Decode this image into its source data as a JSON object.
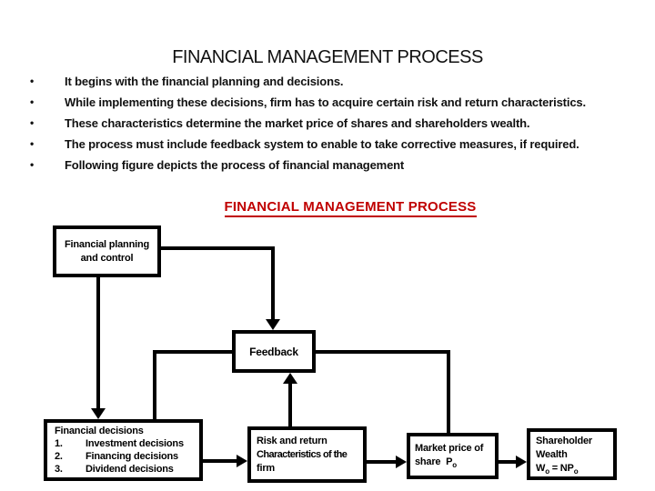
{
  "slide": {
    "title": "FINANCIAL MANAGEMENT PROCESS",
    "bullet_char": "•",
    "bullets": [
      "It begins with the financial planning and decisions.",
      "While implementing these decisions, firm has to acquire certain risk and return characteristics.",
      "These characteristics determine the market price of shares and shareholders wealth.",
      "The process must include feedback system to enable to take corrective measures, if required.",
      "Following figure depicts the process of financial management"
    ],
    "diagram_heading": "FINANCIAL MANAGEMENT PROCESS"
  },
  "diagram": {
    "planning_box": {
      "line1": "Financial planning",
      "line2": "and control"
    },
    "feedback_box": {
      "label": "Feedback"
    },
    "decisions_box": {
      "title": "Financial decisions",
      "items": [
        {
          "num": "1.",
          "text": "Investment decisions"
        },
        {
          "num": "2.",
          "text": "Financing decisions"
        },
        {
          "num": "3.",
          "text": "Dividend decisions"
        }
      ]
    },
    "risk_box": {
      "line1": "Risk and return",
      "line2": "Characteristics of the",
      "line3": "firm"
    },
    "market_box": {
      "line1": "Market price of",
      "line2_main": "share  P",
      "line2_sub": "o"
    },
    "shareholder_box": {
      "line1": "Shareholder",
      "line2": "Wealth",
      "formula_w": "W",
      "formula_sub1": "o",
      "formula_mid": " = NP",
      "formula_sub2": "o"
    }
  },
  "colors": {
    "heading_red": "#C00000",
    "line_black": "#000000",
    "background": "#FFFFFF"
  }
}
